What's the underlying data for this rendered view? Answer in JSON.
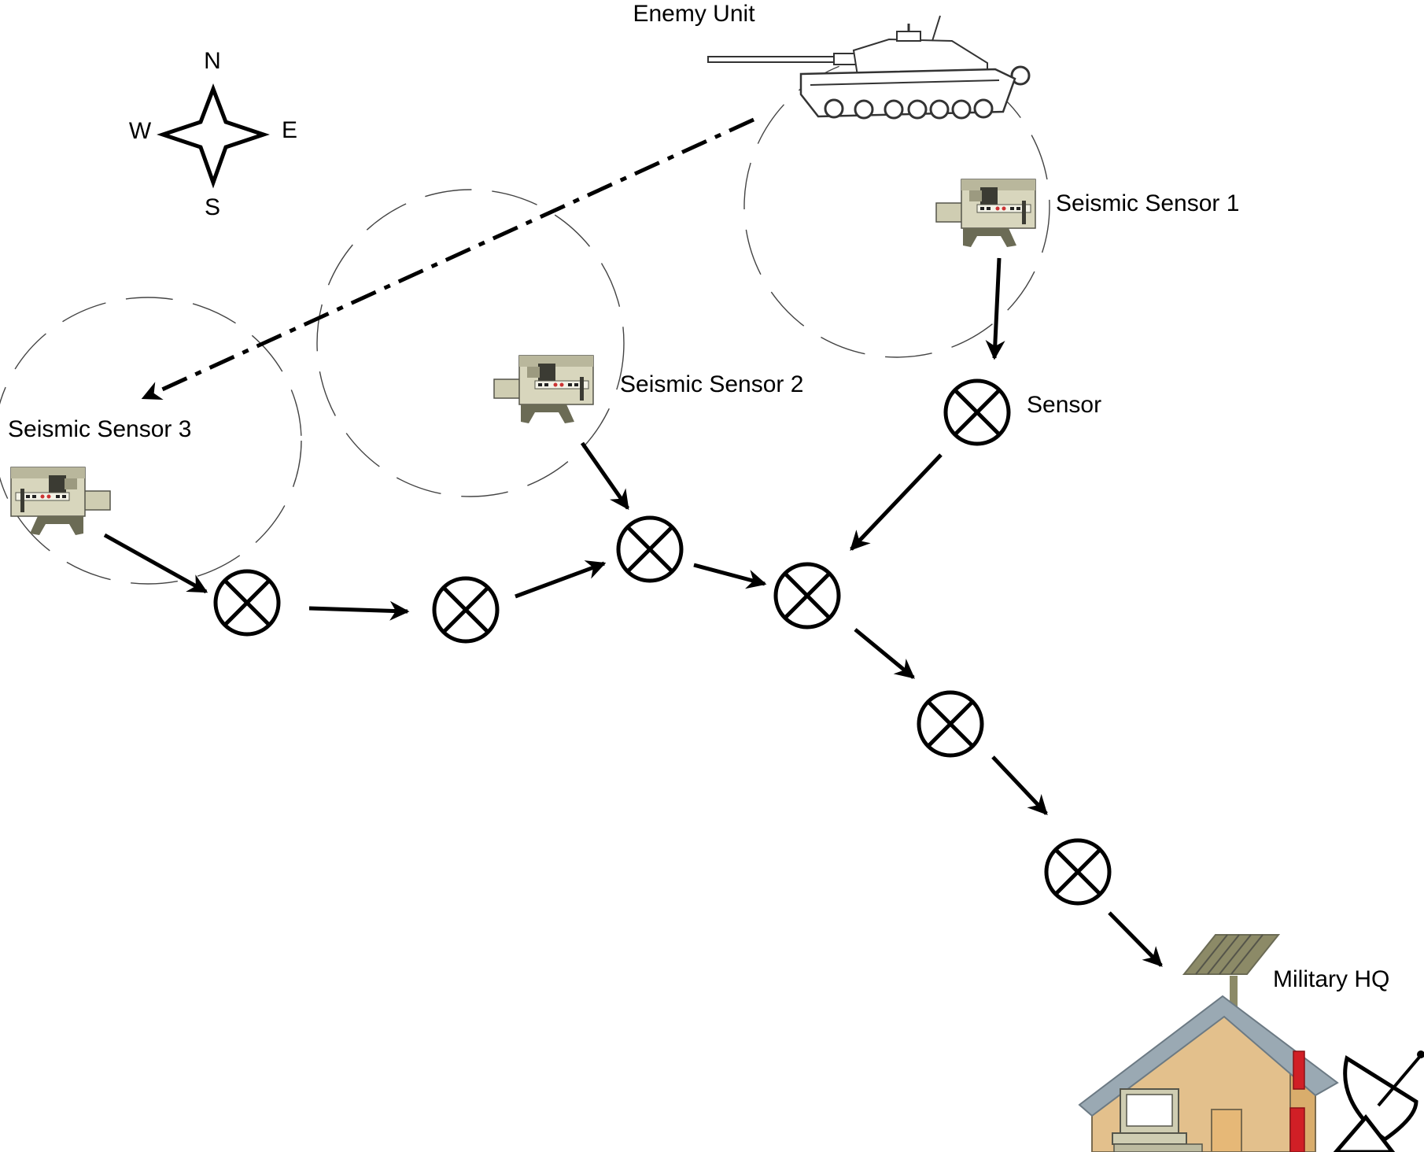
{
  "diagram": {
    "compass": {
      "north": "N",
      "south": "S",
      "east": "E",
      "west": "W"
    },
    "labels": {
      "enemy_unit": "Enemy Unit",
      "sensor_1": "Seismic Sensor 1",
      "sensor_2": "Seismic Sensor 2",
      "sensor_3": "Seismic Sensor 3",
      "relay_node": "Sensor",
      "hq": "Military HQ"
    },
    "icons": {
      "compass": "compass-rose-icon",
      "enemy": "tank-icon",
      "sensor": "seismic-sensor-camera-icon",
      "relay": "relay-node-crossed-circle-icon",
      "hq": "house-with-antenna-icon",
      "dish": "satellite-dish-icon"
    },
    "colors": {
      "sensor_body": "#d8d6bd",
      "sensor_dark": "#6b6b55",
      "house_wall": "#e3c08c",
      "house_roof": "#9aa9b3",
      "chimney": "#d11f26",
      "antenna": "#8c8a67"
    }
  }
}
